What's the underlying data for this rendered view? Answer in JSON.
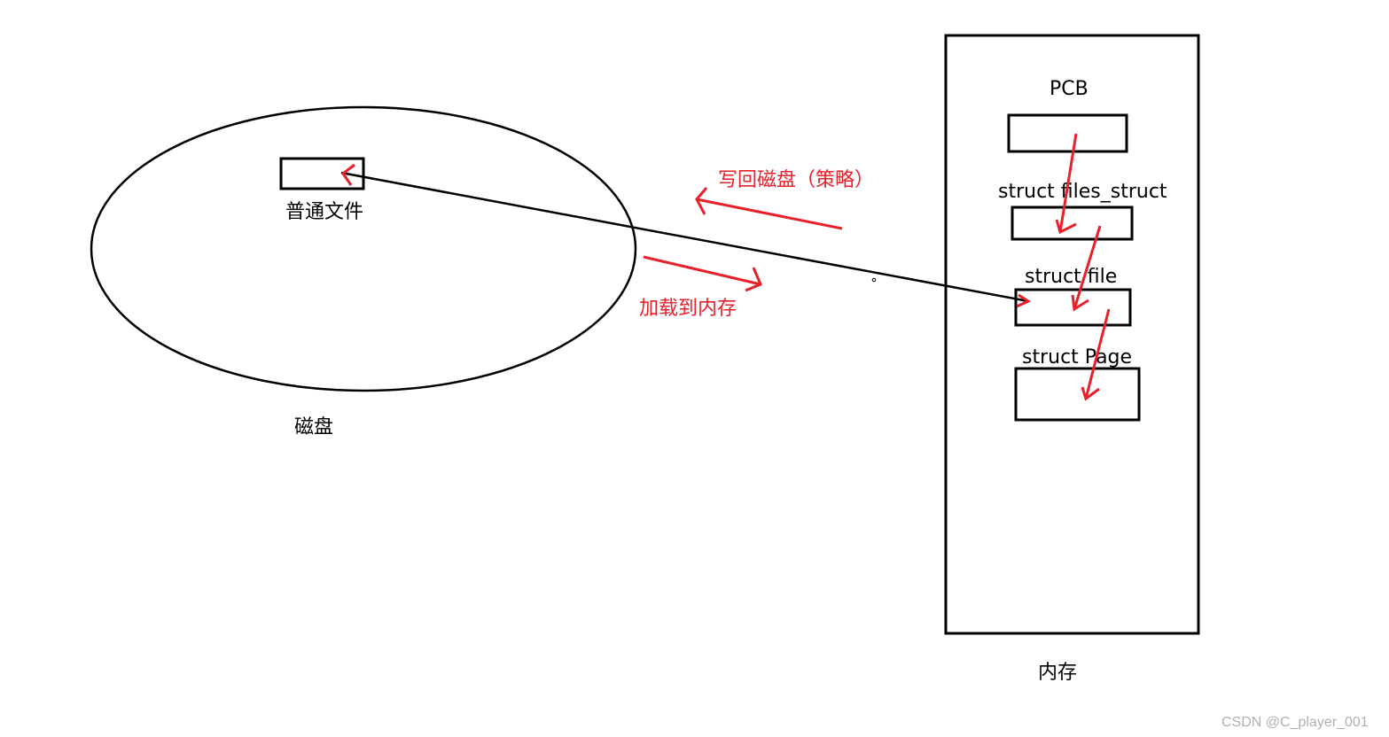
{
  "disk": {
    "label": "磁盘",
    "file_label": "普通文件"
  },
  "memory": {
    "label": "内存",
    "structs": [
      {
        "label": "PCB"
      },
      {
        "label": "struct files_struct"
      },
      {
        "label": "struct file"
      },
      {
        "label": "struct Page"
      }
    ]
  },
  "arrows": {
    "write_back": "写回磁盘（策略）",
    "load": "加载到内存"
  },
  "colors": {
    "stroke": "#000000",
    "accent": "#e8202a",
    "watermark": "#b0b0b0"
  },
  "watermark": "CSDN @C_player_001"
}
